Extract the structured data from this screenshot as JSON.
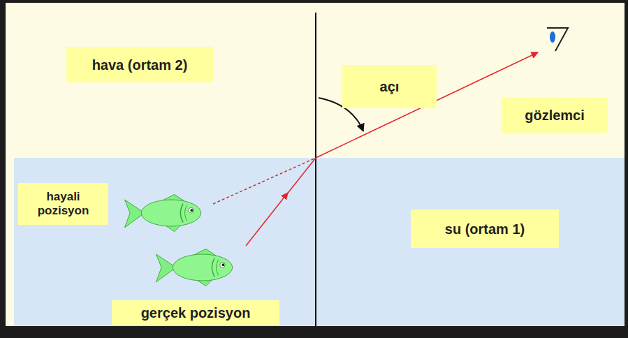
{
  "diagram": {
    "nodes": [
      {
        "text": [
          "hava (ortam 2)"
        ]
      },
      {
        "text": [
          "açı"
        ]
      },
      {
        "text": [
          "gözlemci"
        ]
      },
      {
        "text": [
          "hayali pozisyon"
        ]
      },
      {
        "text": [
          "su (ortam 1)"
        ]
      },
      {
        "text": [
          "gerçek pozisyon"
        ]
      }
    ]
  }
}
